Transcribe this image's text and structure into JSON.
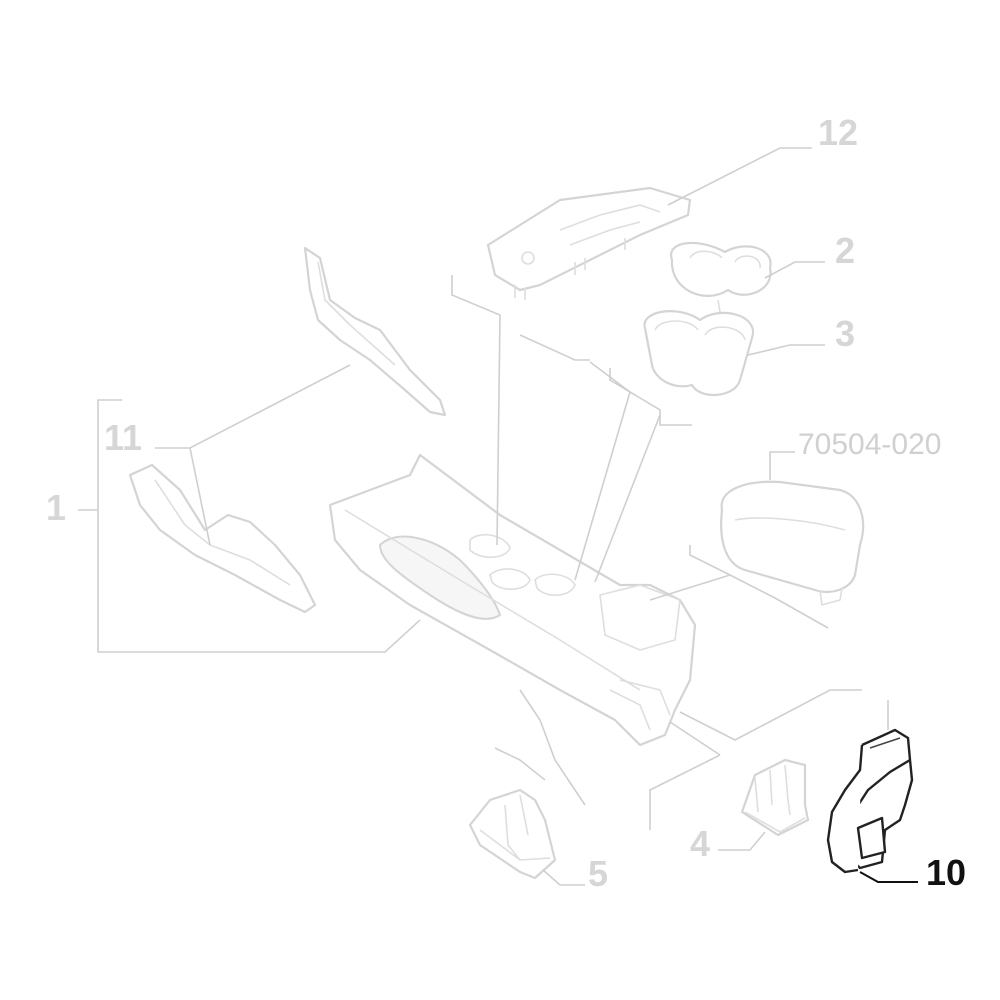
{
  "diagram": {
    "drawing_code": "70504-020",
    "highlighted_part": "10",
    "colors": {
      "muted": "#d6d6d6",
      "highlight": "#111111"
    },
    "callouts": [
      {
        "id": "1",
        "label": "1"
      },
      {
        "id": "2",
        "label": "2"
      },
      {
        "id": "3",
        "label": "3"
      },
      {
        "id": "4",
        "label": "4"
      },
      {
        "id": "5",
        "label": "5"
      },
      {
        "id": "10",
        "label": "10"
      },
      {
        "id": "11",
        "label": "11"
      },
      {
        "id": "12",
        "label": "12"
      }
    ]
  }
}
